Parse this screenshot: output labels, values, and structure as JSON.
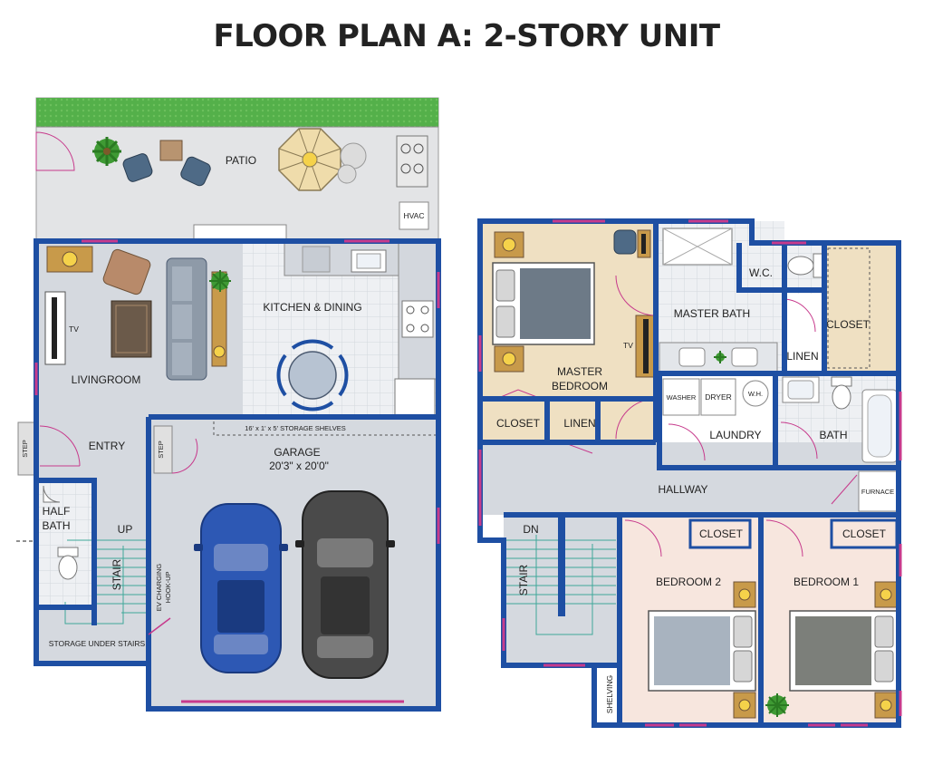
{
  "title": "FLOOR PLAN A:  2-STORY UNIT",
  "colors": {
    "wall": "#1e4fa3",
    "floor_gray": "#d5d9df",
    "floor_tan": "#efe0c2",
    "floor_pink": "#f7e6de",
    "tile": "#eef0f3",
    "grass": "#54b04a",
    "window": "#c73a8c",
    "car_blue": "#2d58b4",
    "car_dark": "#4a4a4a"
  },
  "first_floor": {
    "patio": "PATIO",
    "hvac": "HVAC",
    "kitchen": "KITCHEN & DINING",
    "tv": "TV",
    "living": "LIVINGROOM",
    "entry": "ENTRY",
    "step_left": "STEP",
    "step_garage": "STEP",
    "shelves": "16' x 1' x 5' STORAGE SHELVES",
    "garage": "GARAGE",
    "garage_size": "20'3\" x 20'0\"",
    "half_bath_1": "HALF",
    "half_bath_2": "BATH",
    "up": "UP",
    "stair": "STAIR",
    "ev_1": "EV CHARGING",
    "ev_2": "HOOK-UP",
    "storage": "STORAGE UNDER STAIRS"
  },
  "second_floor": {
    "master_bedroom_1": "MASTER",
    "master_bedroom_2": "BEDROOM",
    "tv": "TV",
    "wc": "W.C.",
    "master_bath": "MASTER BATH",
    "closet_master": "CLOSET",
    "linen_master": "LINEN",
    "closet_left": "CLOSET",
    "linen_left": "LINEN",
    "washer": "WASHER",
    "dryer": "DRYER",
    "wh": "W.H.",
    "laundry": "LAUNDRY",
    "bath": "BATH",
    "furnace": "FURNACE",
    "hallway": "HALLWAY",
    "dn": "DN",
    "stair": "STAIR",
    "closet_b2": "CLOSET",
    "closet_b1": "CLOSET",
    "bedroom2": "BEDROOM 2",
    "bedroom1": "BEDROOM 1",
    "shelving": "SHELVING"
  }
}
